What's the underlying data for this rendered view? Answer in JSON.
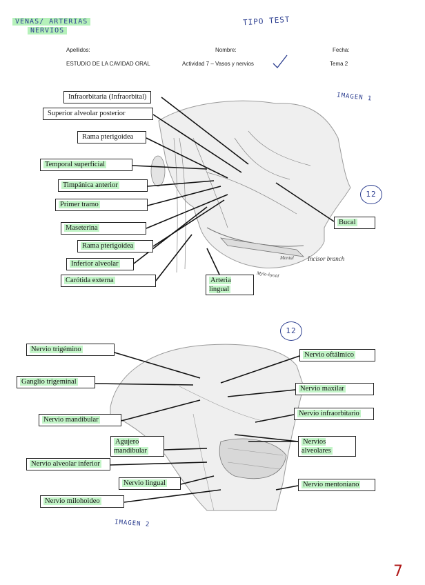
{
  "handwritten": {
    "topic_line1": "VENAS/ ARTERIAS",
    "topic_line2": "NERVIOS",
    "test_note": "TIPO TEST",
    "image1_note": "IMAGEN 1",
    "image1_score": "12",
    "image2_score": "12",
    "image2_note": "IMAGEN 2",
    "page_number": "7"
  },
  "header": {
    "surname_label": "Apellidos:",
    "name_label": "Nombre:",
    "date_label": "Fecha:",
    "course": "ESTUDIO DE LA CAVIDAD ORAL",
    "activity": "Actividad 7 – Vasos y nervios",
    "topic": "Tema 2"
  },
  "figure1": {
    "labels": [
      "Infraorbitaria (Infraorbital)",
      "Superior alveolar posterior",
      "Rama pterigoidea",
      "Temporal superficial",
      "Timpánica anterior",
      "Primer tramo",
      "Maseterina",
      "Rama pterigoidea",
      "Inferior alveolar",
      "Carótida externa",
      "Arteria lingual",
      "Bucal"
    ],
    "printed_labels": [
      "Incisor branch",
      "Mylo-hyoid",
      "Mental"
    ]
  },
  "figure2": {
    "labels": [
      "Nervio trigémino",
      "Ganglio trigeminal",
      "Nervio mandibular",
      "Agujero mandibular",
      "Nervio alveolar inferior",
      "Nervio lingual",
      "Nervio milohoideo",
      "Nervio oftálmico",
      "Nervio maxilar",
      "Nervio infraorbitario",
      "Nervios alveolares",
      "Nervio mentoniano"
    ]
  }
}
